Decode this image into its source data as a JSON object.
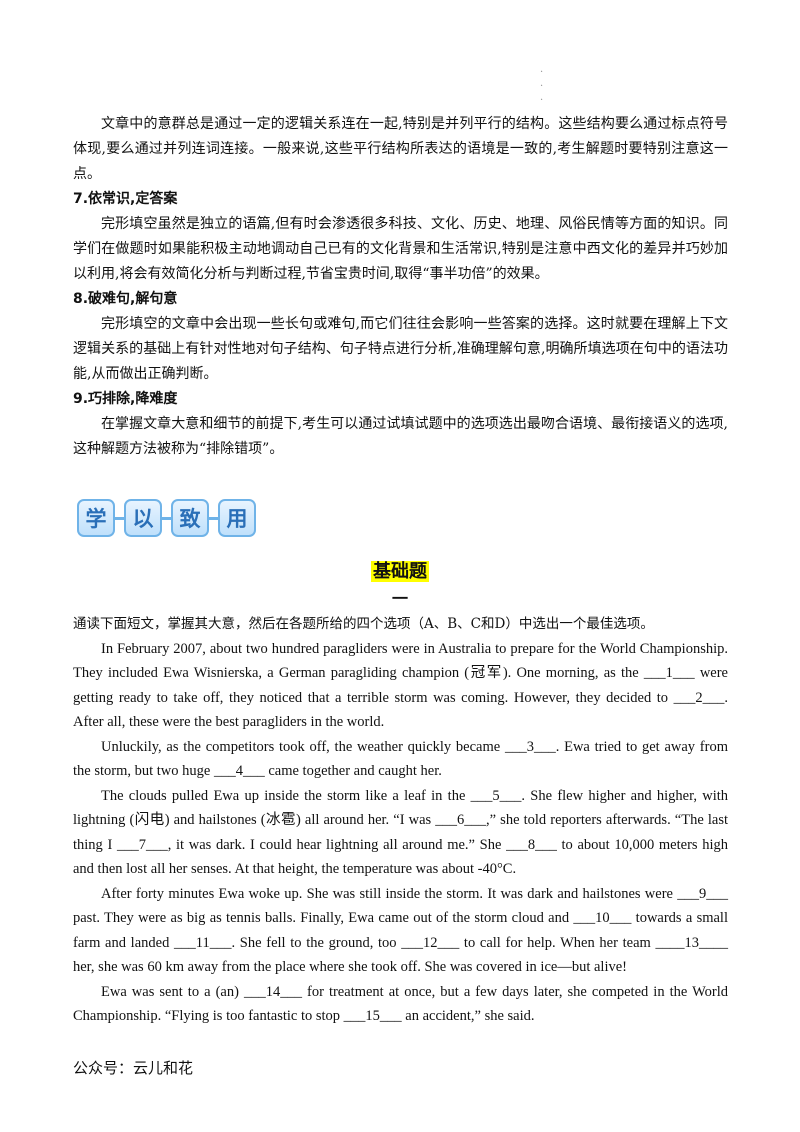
{
  "top_dots": "·\n·\n·",
  "intro": "文章中的意群总是通过一定的逻辑关系连在一起,特别是并列平行的结构。这些结构要么通过标点符号体现,要么通过并列连词连接。一般来说,这些平行结构所表达的语境是一致的,考生解题时要特别注意这一点。",
  "tips": [
    {
      "heading": "7.依常识,定答案",
      "text": "完形填空虽然是独立的语篇,但有时会渗透很多科技、文化、历史、地理、风俗民情等方面的知识。同学们在做题时如果能积极主动地调动自己已有的文化背景和生活常识,特别是注意中西文化的差异并巧妙加以利用,将会有效简化分析与判断过程,节省宝贵时间,取得“事半功倍”的效果。"
    },
    {
      "heading": "8.破难句,解句意",
      "text": "完形填空的文章中会出现一些长句或难句,而它们往往会影响一些答案的选择。这时就要在理解上下文逻辑关系的基础上有针对性地对句子结构、句子特点进行分析,准确理解句意,明确所填选项在句中的语法功能,从而做出正确判断。"
    },
    {
      "heading": "9.巧排除,降难度",
      "text": "在掌握文章大意和细节的前提下,考生可以通过试填试题中的选项选出最吻合语境、最衔接语义的选项,这种解题方法被称为“排除错项”。"
    }
  ],
  "banner_chars": [
    "学",
    "以",
    "致",
    "用"
  ],
  "section_title": "基础题",
  "section_number": "一",
  "instruction": "通读下面短文，掌握其大意，然后在各题所给的四个选项（A、B、C和D）中选出一个最佳选项。",
  "passage": [
    "In February 2007, about two hundred paragliders were in Australia to prepare for the World Championship. They included Ewa Wisnierska, a German paragliding champion (冠军). One morning, as the ___1___ were getting ready to take off, they noticed that a terrible storm was coming. However, they decided to ___2___. After all, these were the best paragliders in the world.",
    "Unluckily, as the competitors took off, the weather quickly became ___3___. Ewa tried to get away from the storm, but two huge ___4___ came together and caught her.",
    "The clouds pulled Ewa up inside the storm like a leaf in the ___5___. She flew higher and higher, with lightning (闪电) and hailstones (冰雹) all around her. “I was ___6___,” she told reporters afterwards. “The last thing I ___7___, it was dark. I could hear lightning all around me.” She ___8___ to about 10,000 meters high and then lost all her senses. At that height, the temperature was about -40°C.",
    "After forty minutes Ewa woke up. She was still inside the storm. It was dark and hailstones were ___9___ past. They were as big as tennis balls. Finally, Ewa came out of the storm cloud and ___10___ towards a small farm and landed ___11___. She fell to the ground, too ___12___ to call for help. When her team ____13____ her, she was 60 km away from the place where she took off. She was covered in ice—but alive!",
    "Ewa was sent to a (an) ___14___ for treatment at once, but a few days later, she competed in the World Championship. “Flying is too fantastic to stop ___15___ an accident,” she said."
  ],
  "footer": "公众号：云儿和花"
}
